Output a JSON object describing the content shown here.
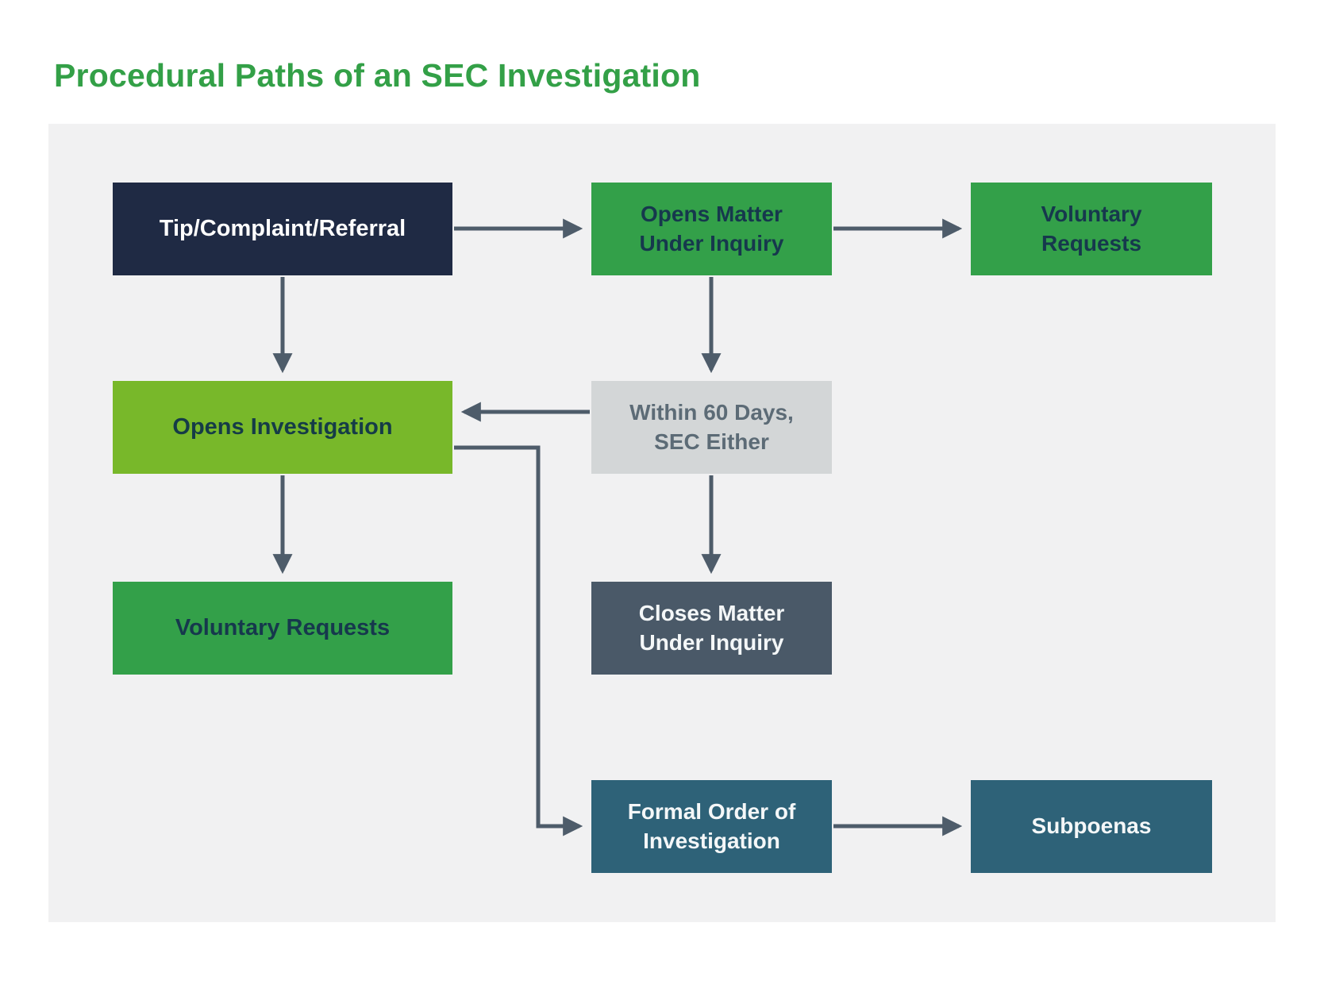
{
  "title": "Procedural Paths of an SEC Investigation",
  "colors": {
    "title_green": "#33A047",
    "navy": "#1F2A44",
    "green": "#33A049",
    "lime": "#78B82A",
    "light_gray": "#D3D6D7",
    "slate": "#4A5968",
    "teal": "#2E6278",
    "arrow": "#4E5C6A",
    "panel_bg": "#F1F1F2",
    "page_bg": "#FFFFFF",
    "green_box_text": "#16384D",
    "lime_box_text": "#153C47",
    "gray_box_text": "#5C6B76",
    "dark_box_text": "#F4F7F8"
  },
  "nodes": {
    "tip": {
      "label": "Tip/Complaint/Referral"
    },
    "opens_matter": {
      "label": "Opens Matter Under Inquiry"
    },
    "voluntary_top": {
      "label": "Voluntary Requests"
    },
    "opens_investigation": {
      "label": "Opens Investigation"
    },
    "within_60": {
      "label": "Within 60 Days, SEC Either"
    },
    "voluntary_left": {
      "label": "Voluntary Requests"
    },
    "closes_matter": {
      "label": "Closes Matter Under Inquiry"
    },
    "formal_order": {
      "label": "Formal Order of Investigation"
    },
    "subpoenas": {
      "label": "Subpoenas"
    }
  }
}
